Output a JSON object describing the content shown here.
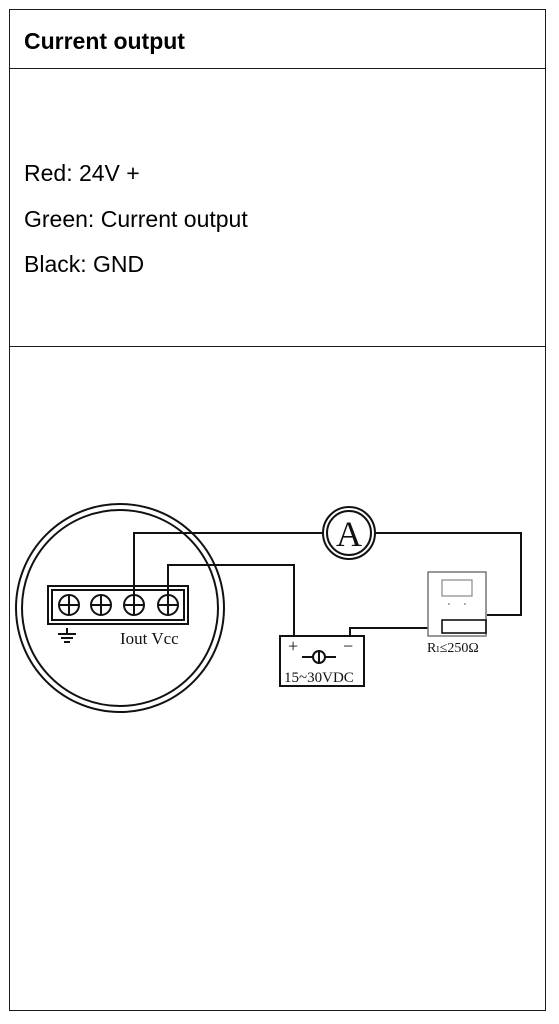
{
  "header": {
    "title": "Current output"
  },
  "wires": [
    {
      "label": "Red: 24V +"
    },
    {
      "label": "Green: Current output"
    },
    {
      "label": "Black: GND"
    }
  ],
  "diagram": {
    "terminal_labels": "Iout Vcc",
    "ammeter_label": "A",
    "supply_plus": "+",
    "supply_minus": "−",
    "supply_label": "15~30VDC",
    "load_label": "Rₗ≤250Ω"
  }
}
